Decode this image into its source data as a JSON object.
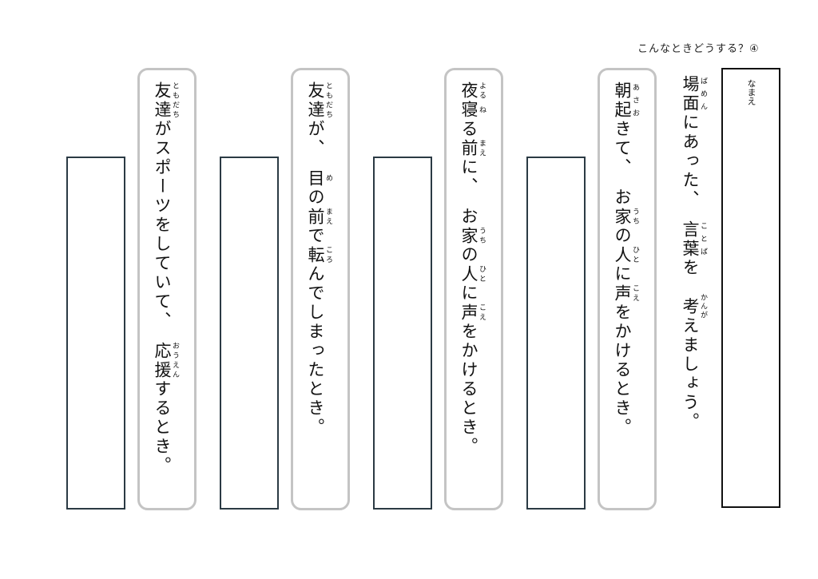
{
  "title": "こんなときどうする？④",
  "name_label": "なまえ",
  "instruction": [
    {
      "t": "場面",
      "r": "ばめん"
    },
    {
      "t": "にあった、　"
    },
    {
      "t": "言葉",
      "r": "ことば"
    },
    {
      "t": "を　"
    },
    {
      "t": "考",
      "r": "かんが"
    },
    {
      "t": "えましょう。"
    }
  ],
  "cards": [
    {
      "segments": [
        {
          "t": "朝起",
          "r": "あさお"
        },
        {
          "t": "きて、　お"
        },
        {
          "t": "家",
          "r": "うち"
        },
        {
          "t": "の"
        },
        {
          "t": "人",
          "r": "ひと"
        },
        {
          "t": "に"
        },
        {
          "t": "声",
          "r": "こえ"
        },
        {
          "t": "をかけるとき。"
        }
      ]
    },
    {
      "segments": [
        {
          "t": "夜",
          "r": "よる"
        },
        {
          "t": "寝",
          "r": "ね"
        },
        {
          "t": "る"
        },
        {
          "t": "前",
          "r": "まえ"
        },
        {
          "t": "に、　お"
        },
        {
          "t": "家",
          "r": "うち"
        },
        {
          "t": "の"
        },
        {
          "t": "人",
          "r": "ひと"
        },
        {
          "t": "に"
        },
        {
          "t": "声",
          "r": "こえ"
        },
        {
          "t": "をかけるとき。"
        }
      ]
    },
    {
      "segments": [
        {
          "t": "友達",
          "r": "ともだち"
        },
        {
          "t": "が、　"
        },
        {
          "t": "目",
          "r": "め"
        },
        {
          "t": "の"
        },
        {
          "t": "前",
          "r": "まえ"
        },
        {
          "t": "で"
        },
        {
          "t": "転",
          "r": "ころ"
        },
        {
          "t": "んでしまったとき。"
        }
      ]
    },
    {
      "segments": [
        {
          "t": "友達",
          "r": "ともだち"
        },
        {
          "t": "がスポーツをしていて、　"
        },
        {
          "t": "応援",
          "r": "おうえん"
        },
        {
          "t": "するとき。"
        }
      ]
    }
  ]
}
